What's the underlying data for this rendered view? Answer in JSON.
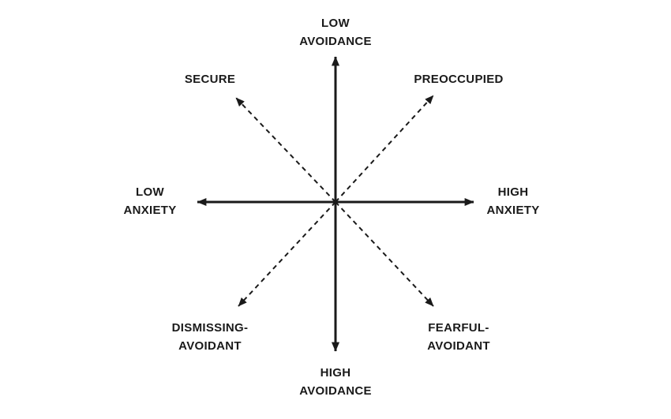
{
  "diagram": {
    "name": "attachment-styles-quadrant-diagram",
    "axes": {
      "top": "LOW\nAVOIDANCE",
      "bottom": "HIGH\nAVOIDANCE",
      "left": "LOW\nANXIETY",
      "right": "HIGH\nANXIETY"
    },
    "quadrants": {
      "top_left": "SECURE",
      "top_right": "PREOCCUPIED",
      "bottom_left": "DISMISSING-\nAVOIDANT",
      "bottom_right": "FEARFUL-\nAVOIDANT"
    },
    "colors": {
      "line": "#1a1a1a",
      "text": "#1a1a1a",
      "background": "#ffffff"
    }
  }
}
